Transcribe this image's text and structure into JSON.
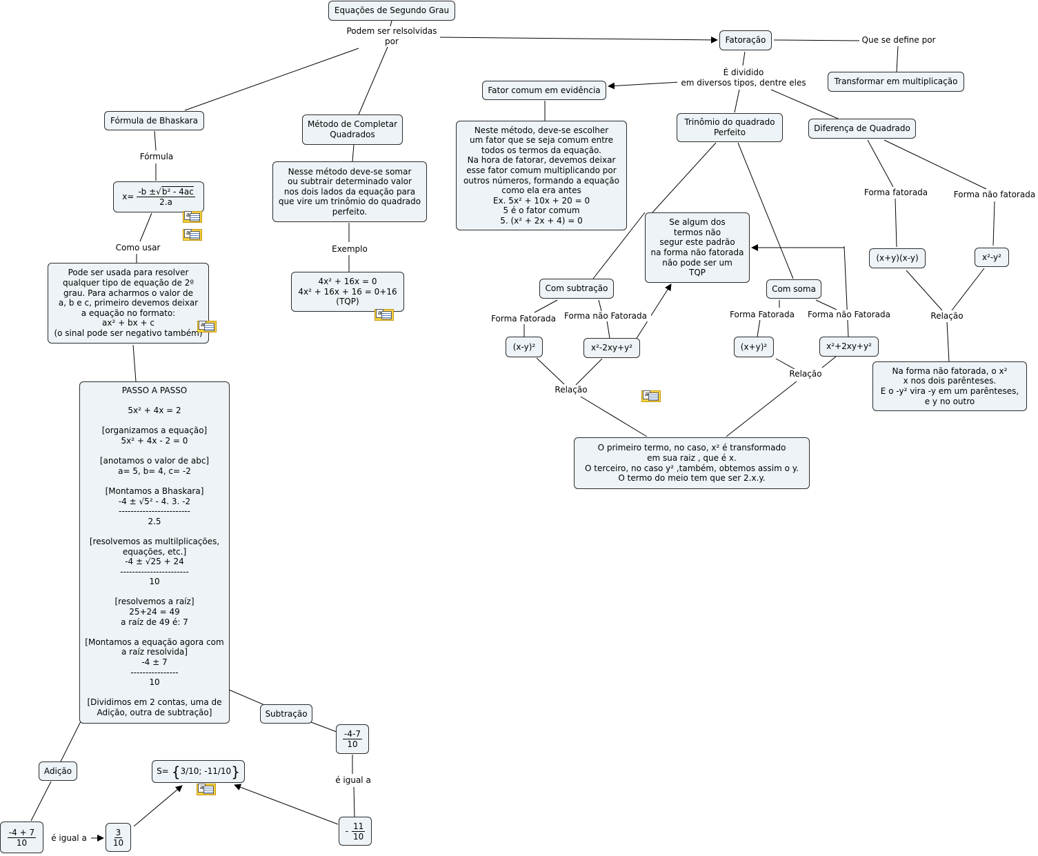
{
  "nodes": {
    "root": "Equações de Segundo Grau",
    "bhaskara": "Fórmula de Bhaskara",
    "completar": "Método de Completar\nQuadrados",
    "fatoracao": "Fatoração",
    "transformar": "Transformar em multiplicação",
    "fator_comum": "Fator comum em evidência",
    "fator_comum_desc": "Neste método, deve-se escolher\num fator que se seja comum entre\ntodos os termos da equação.\nNa hora de fatorar, devemos deixar\nesse fator comum multiplicando por\noutros números, formando a equação\ncomo ela era antes\nEx. 5x² + 10x + 20 = 0\n5 é o fator comum\n5. (x² + 2x + 4) = 0",
    "trinomio": "Trinômio do quadrado\nPerfeito",
    "diferenca": "Diferença de Quadrado",
    "completar_desc": "Nesse método deve-se somar\nou subtrair determinado valor\nnos dois lados da equação para\nque vire um trinômio do quadrado\nperfeito.",
    "exemplo_box": "4x² + 16x = 0\n4x² + 16x + 16 = 0+16\n(TQP)",
    "como_usar_desc": "Pode ser usada para resolver\nqualquer tipo de equação de 2º\ngrau. Para acharmos o valor de\na, b e c, primeiro devemos deixar\na equação no formato:\nax² + bx + c\n(o sinal pode ser negativo também)",
    "passo": "PASSO A PASSO\n\n5x² + 4x = 2\n\n[organizamos a equação]\n5x² + 4x - 2 = 0\n\n[anotamos o valor de abc]\na= 5, b= 4, c= -2\n\n[Montamos a Bhaskara]\n-4 ± √5² - 4. 3. -2\n------------------------\n2.5\n\n[resolvemos as multilplicações,\nequações, etc.]\n-4 ± √25 + 24\n-----------------------\n10\n\n[resolvemos a raíz]\n25+24 = 49\na raíz de 49 é: 7\n\n[Montamos a equação agora com\na raíz resolvida]\n-4 ± 7\n----------------\n10\n\n[Dividimos em 2 contas, uma de\nAdição, outra de subtração]",
    "subtracao": "Subtração",
    "adicao": "Adição",
    "se_algum": "Se algum dos\ntermos não\nsegur este padrão\nna forma não fatorada\nnão pode ser um\nTQP",
    "com_subtracao": "Com subtração",
    "com_soma": "Com soma",
    "xmy2": "(x-y)²",
    "x2m2xy": "x²-2xy+y²",
    "xpy2": "(x+y)²",
    "x2p2xy": "x²+2xy+y²",
    "xpyxmy": "(x+y)(x-y)",
    "x2my2": "x²-y²",
    "primeiro_termo": "O primeiro termo, no caso, x² é transformado\nem sua raiz , que é x.\nO terceiro, no caso y² ,também, obtemos assim  o y.\nO termo do meio tem que ser 2.x.y.",
    "na_forma": "Na forma não fatorada, o x²\nx nos dois parênteses.\nE o -y² vira -y em um parênteses,\ne y no outro"
  },
  "formula": {
    "prefix": "x=",
    "num_a": "-b ±",
    "num_b": "b² - 4ac",
    "den": "2.a"
  },
  "fractions": {
    "f_m47": {
      "num": "-4-7",
      "den": "10"
    },
    "f_m4p7": {
      "num": "-4 + 7",
      "den": "10"
    },
    "f_3": {
      "num": "3",
      "den": "10"
    },
    "f_m11": {
      "prefix": "-",
      "num": "11",
      "den": "10"
    }
  },
  "solution": {
    "prefix": "S=",
    "set": "3/10; -11/10"
  },
  "labels": {
    "podem": "Podem ser relsolvidas\npor",
    "que_se_define": "Que se define por",
    "e_dividido": "É dividido\nem diversos tipos, dentre eles",
    "formula": "Fórmula",
    "como_usar": "Como usar",
    "exemplo": "Exemplo",
    "forma_fatorada_1": "Forma Fatorada",
    "forma_nao_fatorada_1": "Forma não Fatorada",
    "forma_fatorada_2": "Forma Fatorada",
    "forma_nao_fatorada_2": "Forma não Fatorada",
    "forma_fatorada_3": "Forma fatorada",
    "forma_nao_fatorada_3": "Forma não fatorada",
    "relacao_1": "Relação",
    "relacao_2": "Relação",
    "relacao_3": "Relação",
    "igual_1": "é igual a",
    "igual_2": "é igual a"
  },
  "colors": {
    "node_fill": "#edf3f6",
    "node_border": "#2a2a2a",
    "note": "#f7d23e"
  }
}
